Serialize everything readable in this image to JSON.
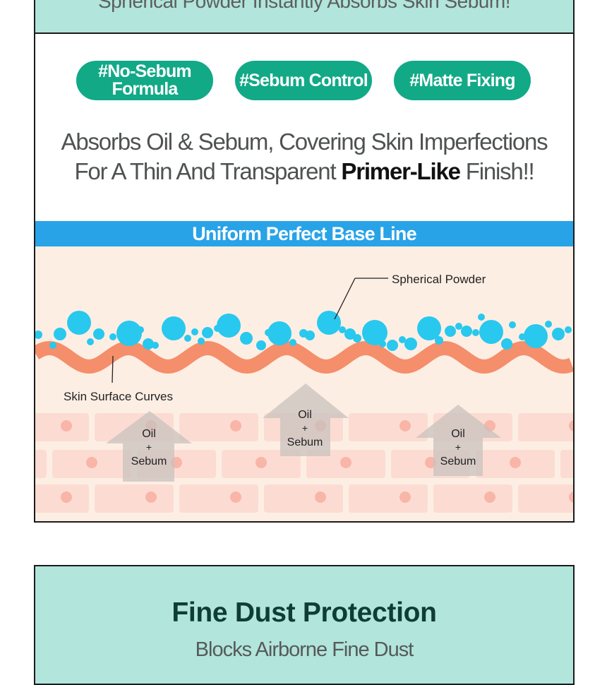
{
  "top_band": {
    "text": "Spherical Powder Instantly Absorbs Skin Sebum!"
  },
  "tags": [
    {
      "line1": "#No-Sebum",
      "line2": "Formula"
    },
    {
      "label": "#Sebum Control"
    },
    {
      "label": "#Matte Fixing"
    }
  ],
  "description": {
    "line1": "Absorbs Oil & Sebum, Covering Skin Imperfections",
    "line2_prefix": "For A Thin And Transparent ",
    "line2_bold": "Primer-Like",
    "line2_suffix": " Finish!!"
  },
  "baseline_bar": {
    "label": "Uniform Perfect Base Line"
  },
  "diagram": {
    "powder_label": "Spherical Powder",
    "skin_label": "Skin Surface Curves",
    "arrow_oil": "Oil",
    "arrow_plus": "+",
    "arrow_sebum": "Sebum"
  },
  "fine_dust": {
    "title": "Fine Dust Protection",
    "subtitle": "Blocks Airborne Fine Dust"
  },
  "colors": {
    "mint": "#b2e5dc",
    "tag_green": "#12a987",
    "bar_blue": "#28a3e7",
    "skin_curve": "#f58e6a",
    "powder": "#29c8ee",
    "skin_bg": "#fdeee4",
    "cell": "#fbd5cc"
  },
  "icons": [
    "arrow-up-icon"
  ]
}
